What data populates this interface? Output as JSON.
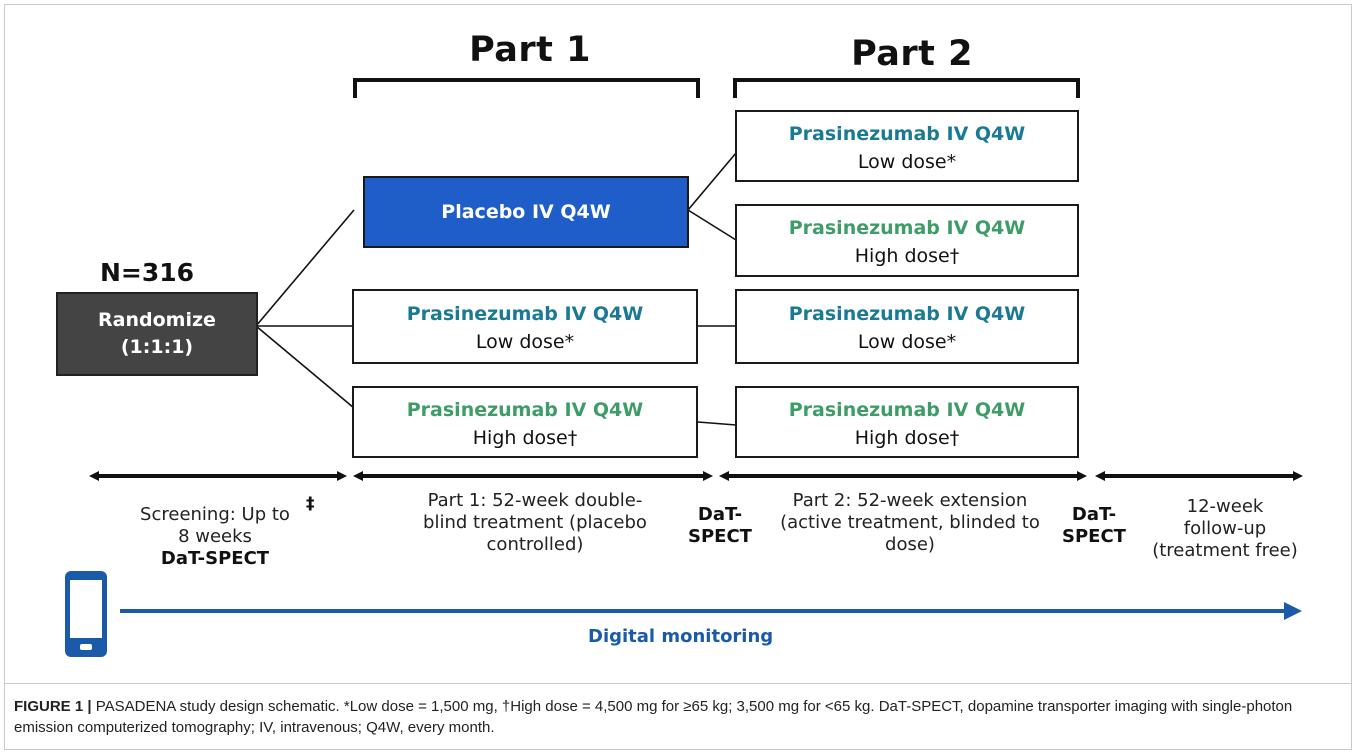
{
  "parts": {
    "part1": "Part 1",
    "part2": "Part 2"
  },
  "n_label": "N=316",
  "randomize": {
    "line1": "Randomize",
    "line2": "(1:1:1)"
  },
  "part1_arms": {
    "placebo": "Placebo IV Q4W",
    "low": {
      "title": "Prasinezumab IV Q4W",
      "dose": "Low dose*"
    },
    "high": {
      "title": "Prasinezumab IV Q4W",
      "dose": "High dose†"
    }
  },
  "part2_arms": {
    "from_placebo_low": {
      "title": "Prasinezumab IV Q4W",
      "dose": "Low dose*"
    },
    "from_placebo_high": {
      "title": "Prasinezumab IV Q4W",
      "dose": "High dose†"
    },
    "low": {
      "title": "Prasinezumab IV Q4W",
      "dose": "Low dose*"
    },
    "high": {
      "title": "Prasinezumab IV Q4W",
      "dose": "High dose†"
    }
  },
  "timeline": {
    "screening": {
      "line1": "Screening: Up to",
      "dagger": "‡",
      "line2": "8 weeks",
      "line3": "DaT-SPECT"
    },
    "part1": {
      "line1": "Part 1: 52-week double-",
      "line2": "blind treatment (placebo",
      "line3": "controlled)"
    },
    "dat1": {
      "line1": "DaT-",
      "line2": "SPECT"
    },
    "part2": {
      "line1": "Part 2: 52-week extension",
      "line2": "(active treatment, blinded to",
      "line3": "dose)"
    },
    "dat2": {
      "line1": "DaT-",
      "line2": "SPECT"
    },
    "followup": {
      "line1": "12-week",
      "line2": "follow-up",
      "line3": "(treatment free)"
    }
  },
  "digital_monitoring": "Digital monitoring",
  "icons": {
    "phone": "smartphone-icon"
  },
  "colors": {
    "placebo_box": "#1f5ec9",
    "randomize_box": "#444444",
    "teal_text": "#1a7a94",
    "green_text": "#3d9c67",
    "monitor_arrow": "#1a5aa8"
  },
  "caption": {
    "lead": "FIGURE 1 |",
    "text": " PASADENA study design schematic. *Low dose = 1,500 mg, †High dose = 4,500 mg for ≥65 kg; 3,500 mg for <65 kg. DaT-SPECT, dopamine transporter imaging with single-photon emission computerized tomography; IV, intravenous; Q4W, every month."
  }
}
